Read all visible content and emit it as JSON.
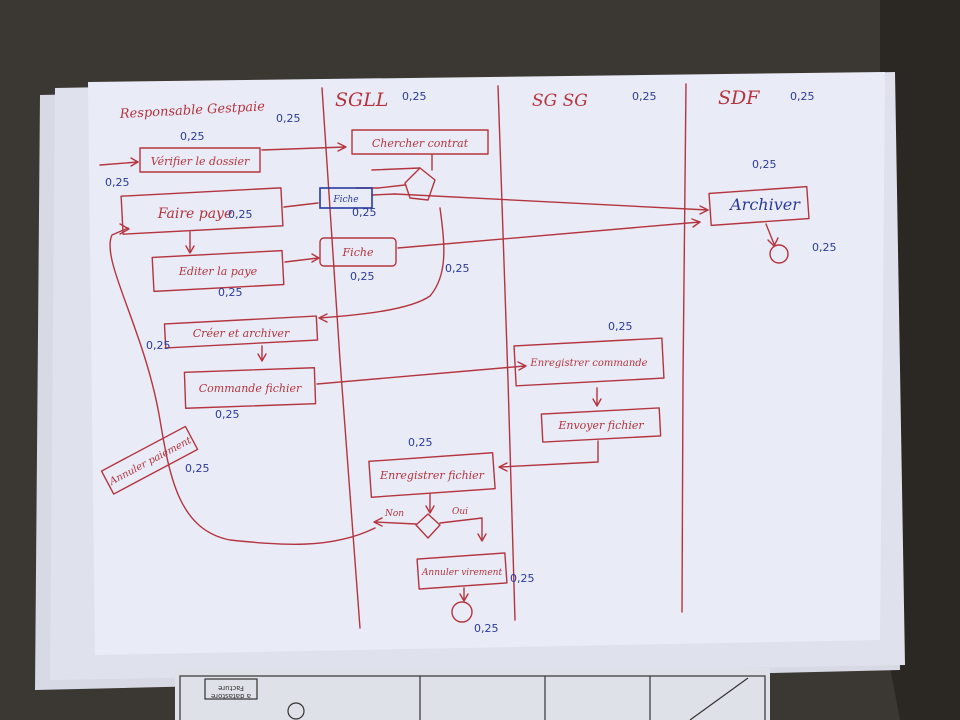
{
  "colors": {
    "ink": "#b4343f",
    "blue_ink": "#2b3a9c",
    "paper": "#e9ecf6",
    "table": "#3a3632"
  },
  "lanes": [
    {
      "label": "Responsable Gestpaie",
      "score": "0,25"
    },
    {
      "label": "SGLL",
      "score": "0,25"
    },
    {
      "label": "SG SG",
      "score": "0,25"
    },
    {
      "label": "SDF",
      "score": "0,25"
    }
  ],
  "activities": {
    "verifier": "Vérifier le dossier",
    "chercher": "Chercher contrat",
    "ajouter_fiche": "Fiche",
    "faire_paye": "Faire paye",
    "archiver": "Archiver",
    "editer": "Editer la paye",
    "fiche": "Fiche",
    "creer": "Créer et archiver",
    "enregistrer_commande": "Enregistrer commande",
    "commande": "Commande fichier",
    "envoyer": "Envoyer fichier",
    "enregistrer_fichier": "Enregistrer fichier",
    "annuler_paiement": "Annuler paiement",
    "annuler_virement": "Annuler virement"
  },
  "guards": {
    "non": "Non",
    "oui": "Oui"
  },
  "scores": {
    "verifier_top": "0,25",
    "verifier_left": "0,25",
    "ajouter": "0,25",
    "faire": "0,25",
    "editer": "0,25",
    "fiche": "0,25",
    "decision1": "0,25",
    "archiver_top": "0,25",
    "archiver_end": "0,25",
    "creer": "0,25",
    "enregistrer_commande": "0,25",
    "commande": "0,25",
    "annuler_paiement": "0,25",
    "enregistrer_fichier": "0,25",
    "annuler_virement": "0,25",
    "end": "0,25"
  },
  "bottom_sheet": {
    "box_label": "Facture",
    "box_label2": "à datastore"
  }
}
